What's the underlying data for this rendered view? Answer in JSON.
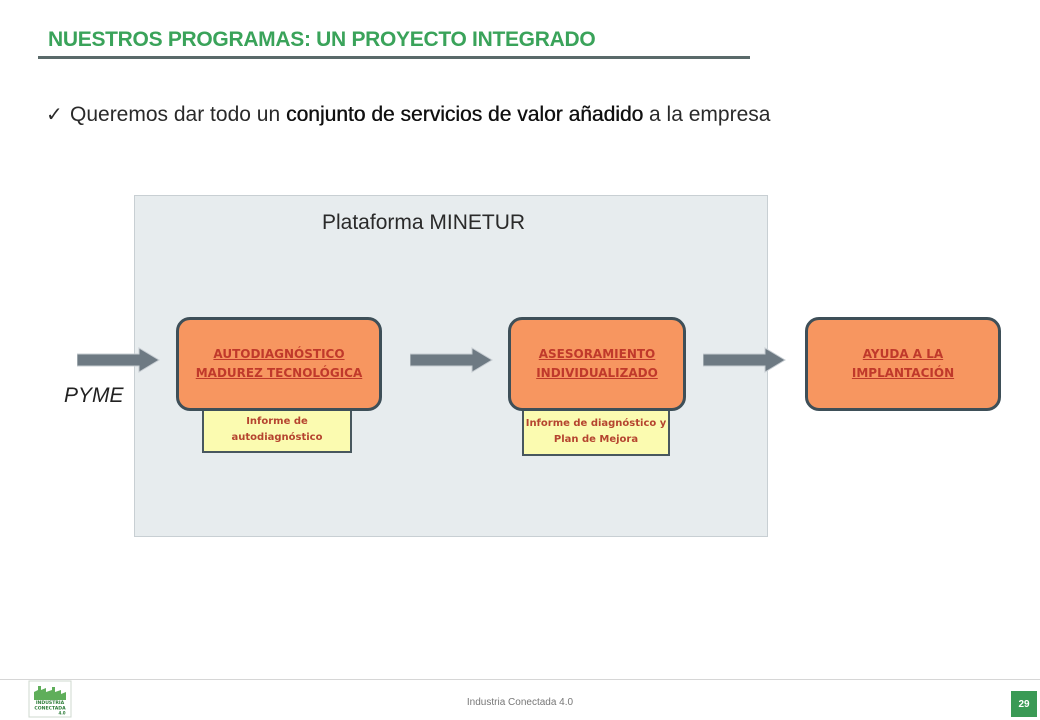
{
  "header": {
    "title": "NUESTROS PROGRAMAS: UN PROYECTO INTEGRADO"
  },
  "bullet": {
    "check_icon": "checkmark-icon",
    "prefix": "Queremos dar todo un ",
    "emphasis": "conjunto de servicios de valor añadido",
    "suffix": " a la empresa"
  },
  "diagram": {
    "platform_label": "Plataforma MINETUR",
    "entry_label": "PYME",
    "nodes": [
      {
        "label": "AUTODIAGNÓSTICO\nMADUREZ TECNOLÓGICA"
      },
      {
        "label": "ASESORAMIENTO\nINDIVIDUALIZADO"
      },
      {
        "label": "AYUDA A  LA\nIMPLANTACIÓN"
      }
    ],
    "reports": [
      {
        "label": "Informe de\nautodiagnóstico"
      },
      {
        "label": "Informe de diagnóstico y\nPlan de Mejora"
      }
    ]
  },
  "colors": {
    "title": "#3aa35a",
    "node_fill": "#f79660",
    "node_text": "#c0392b",
    "report_fill": "#fbfbb0",
    "platform_fill": "#e7ecee",
    "arrow": "#6e7a83"
  },
  "footer": {
    "text": "Industria Conectada 4.0",
    "page_number": "29",
    "logo_text": "INDUSTRIA\nCONECTADA\n4.0"
  }
}
